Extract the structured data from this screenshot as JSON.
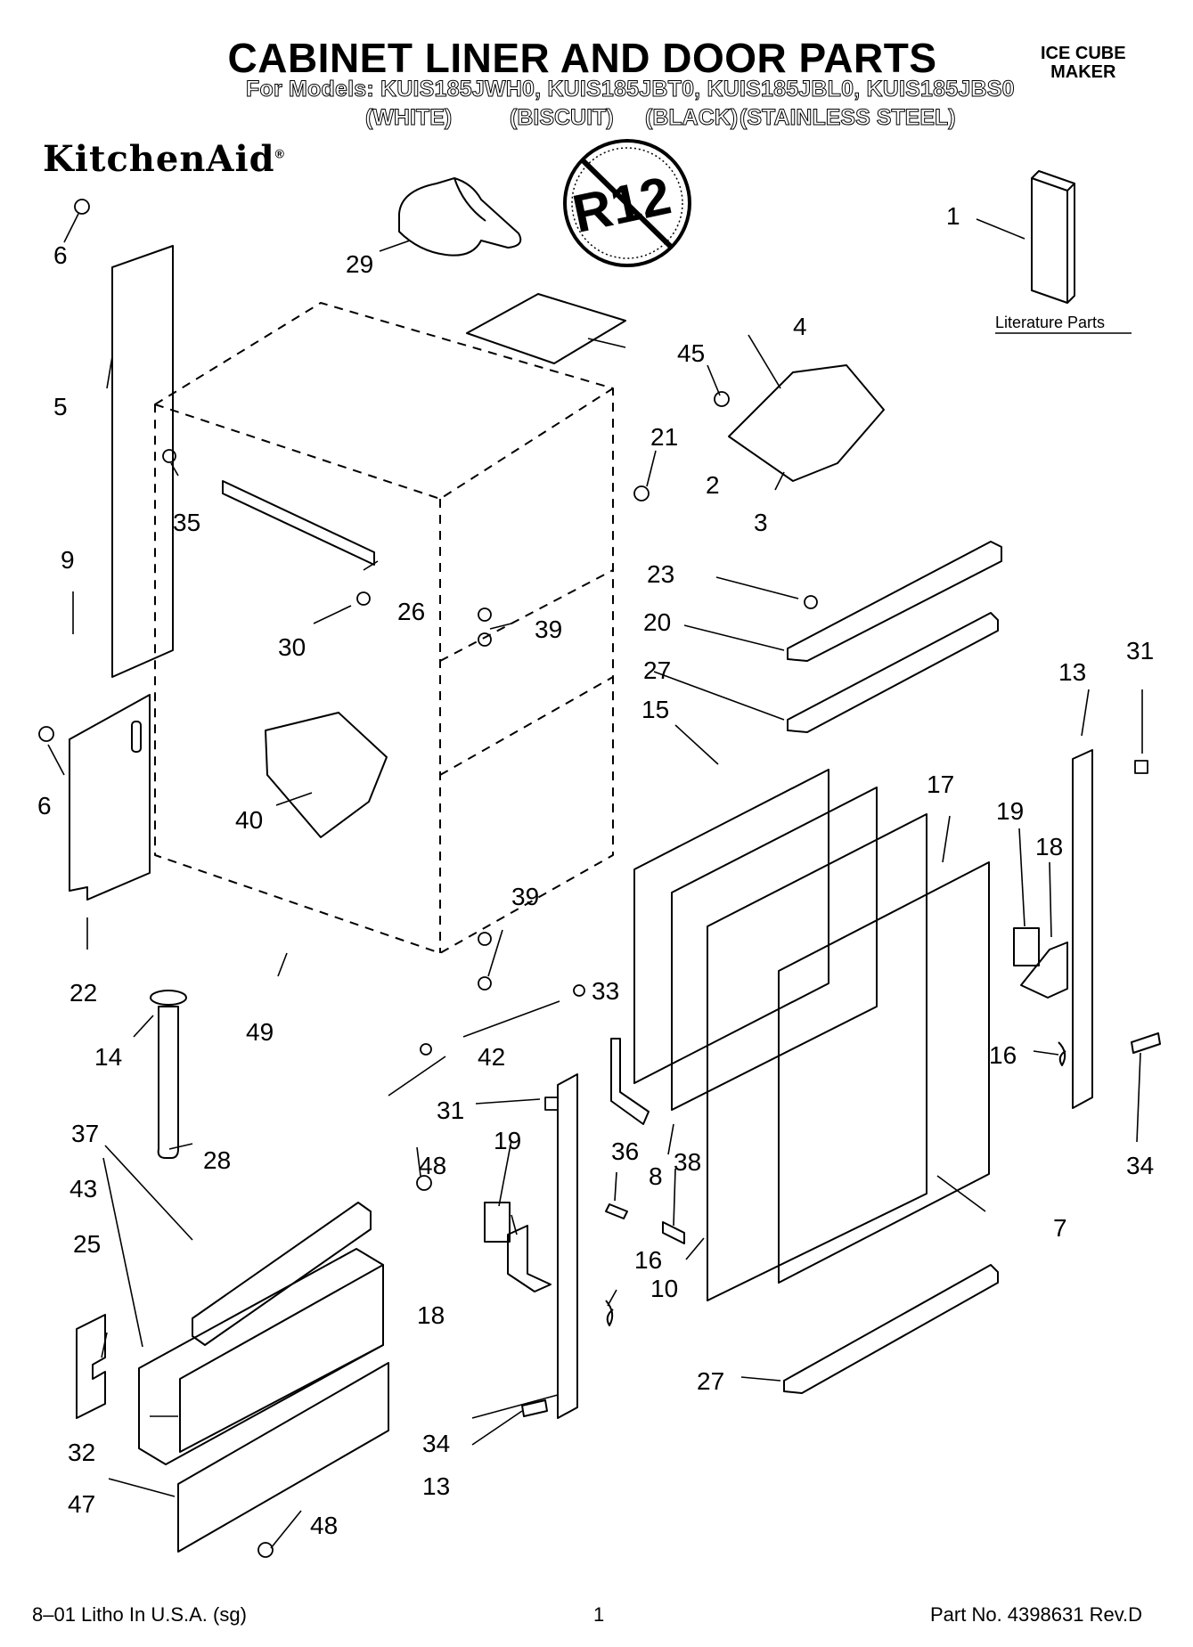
{
  "header": {
    "title": "CABINET LINER AND DOOR PARTS",
    "models_line": "For Models: KUIS185JWH0, KUIS185JBT0, KUIS185JBL0, KUIS185JBS0",
    "variants": [
      "(WHITE)",
      "(BISCUIT)",
      "(BLACK)",
      "(STAINLESS STEEL)"
    ],
    "product_line1": "ICE CUBE",
    "product_line2": "MAKER",
    "brand": "KitchenAid",
    "brand_mark": "®",
    "no_r12_text": "R12"
  },
  "literature_label": "Literature Parts",
  "callouts": [
    "1",
    "2",
    "3",
    "4",
    "5",
    "6",
    "6",
    "7",
    "8",
    "9",
    "10",
    "13",
    "13",
    "14",
    "15",
    "16",
    "16",
    "17",
    "18",
    "18",
    "19",
    "19",
    "20",
    "21",
    "22",
    "23",
    "25",
    "26",
    "27",
    "27",
    "28",
    "29",
    "30",
    "31",
    "31",
    "32",
    "33",
    "34",
    "34",
    "35",
    "36",
    "37",
    "38",
    "39",
    "39",
    "40",
    "42",
    "43",
    "45",
    "47",
    "48",
    "48",
    "49"
  ],
  "footer": {
    "left": "8–01 Litho In U.S.A. (sg)",
    "center": "1",
    "right": "Part No. 4398631 Rev.D"
  }
}
